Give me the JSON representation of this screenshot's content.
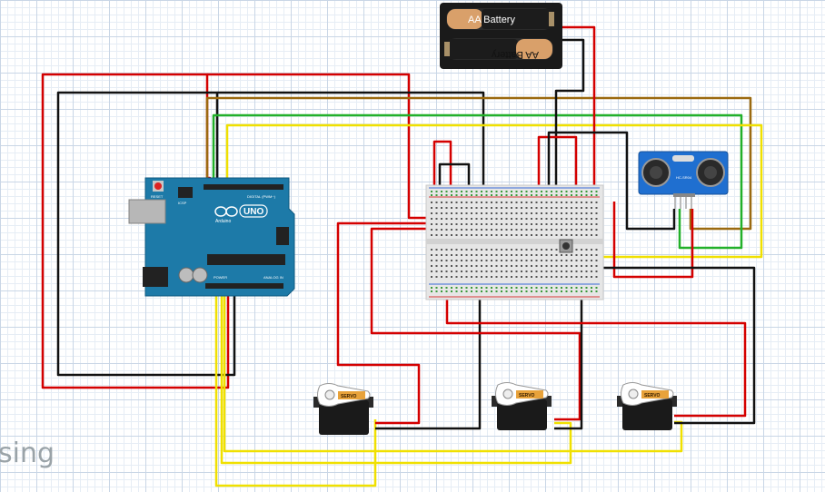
{
  "watermark": "sing",
  "battery": {
    "top_label": "AA Battery",
    "bottom_label": "AA Battery"
  },
  "arduino": {
    "board_text": "UNO",
    "brand_text": "Arduino",
    "digital_text": "DIGITAL (PWM~)",
    "analog_text": "ANALOG IN",
    "power_text": "POWER",
    "reset_text": "RESET",
    "icsp_text": "ICSP"
  },
  "sensor": {
    "label": "HC-SR04"
  },
  "servos": [
    {
      "label": "SERVO"
    },
    {
      "label": "SERVO"
    },
    {
      "label": "SERVO"
    }
  ],
  "colors": {
    "red": "#d40000",
    "black": "#111111",
    "brown": "#9b6a10",
    "green": "#22b02a",
    "yellow": "#f0e000",
    "arduino": "#1d7aa8",
    "sensor": "#1f6fd0",
    "servo": "#1a1a1a"
  },
  "icons": [
    "arduino-uno",
    "aa-battery-holder",
    "breadboard",
    "ultrasonic-sensor",
    "servo-motor",
    "push-button"
  ]
}
